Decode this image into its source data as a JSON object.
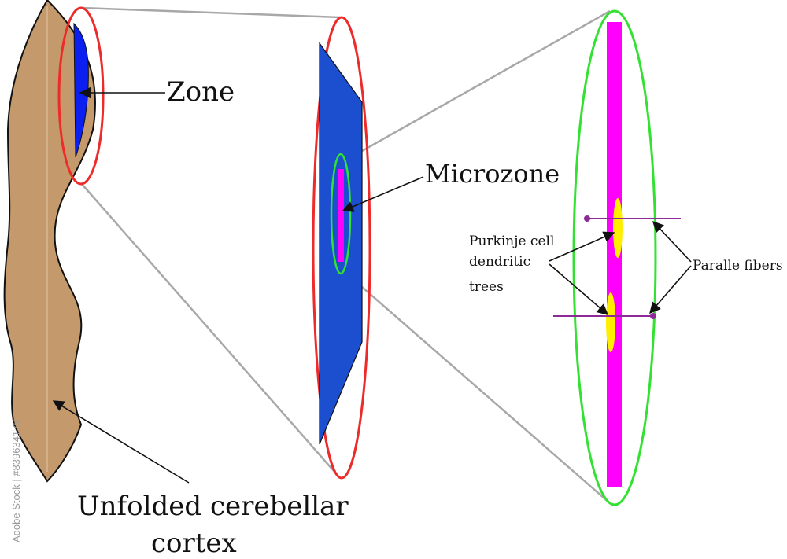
{
  "labels": {
    "zone": "Zone",
    "microzone": "Microzone",
    "purkinje_line1": "Purkinje cell",
    "purkinje_line2": "dendritic",
    "purkinje_line3": "trees",
    "parallel_fibers": "Paralle fibers",
    "cortex_line1": "Unfolded cerebellar",
    "cortex_line2": "cortex"
  },
  "watermark": {
    "stock_text": "Adobe Stock | #839634173"
  },
  "colors": {
    "cortex_fill": "#c49a6c",
    "zone_fill": "#0a1ff0",
    "zone_panel_fill": "#1b4fd0",
    "microzone_fill": "#ff00ff",
    "purkinje_fill": "#ffee00",
    "fiber_color": "#8e2a96",
    "zone_ring": "#ee2b2b",
    "microzone_ring": "#33e133",
    "connector": "#a8a8a8"
  }
}
